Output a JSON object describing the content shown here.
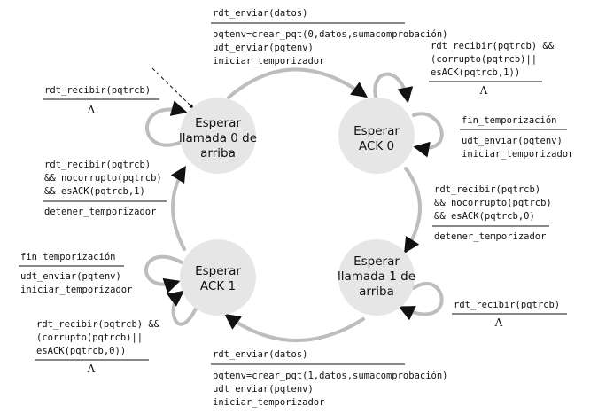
{
  "colors": {
    "state_fill": "#e6e6e6",
    "arrow": "#bdbdbd",
    "rule": "#111111"
  },
  "states": {
    "s0": [
      "Esperar",
      "llamada 0 de",
      "arriba"
    ],
    "s1": [
      "Esperar",
      "ACK 0"
    ],
    "s2": [
      "Esperar",
      "llamada 1 de",
      "arriba"
    ],
    "s3": [
      "Esperar",
      "ACK 1"
    ]
  },
  "transitions": {
    "top": {
      "event": "rdt_enviar(datos)",
      "actions": [
        "pqtenv=crear_pqt(0,datos,sumacomprobación)",
        "udt_enviar(pqtenv)",
        "iniciar_temporizador"
      ]
    },
    "s1_corrupt": {
      "event": [
        "rdt_recibir(pqtrcb) &&",
        "(corrupto(pqtrcb)||",
        "esACK(pqtrcb,1))"
      ],
      "action": "Λ"
    },
    "s1_timeout": {
      "event": "fin_temporización",
      "actions": [
        "udt_enviar(pqtenv)",
        "iniciar_temporizador"
      ]
    },
    "right": {
      "event": [
        "rdt_recibir(pqtrcb)",
        "&& nocorrupto(pqtrcb)",
        "&& esACK(pqtrcb,0)"
      ],
      "action": "detener_temporizador"
    },
    "s2_self": {
      "event": "rdt_recibir(pqtrcb)",
      "action": "Λ"
    },
    "bottom": {
      "event": "rdt_enviar(datos)",
      "actions": [
        "pqtenv=crear_pqt(1,datos,sumacomprobación)",
        "udt_enviar(pqtenv)",
        "iniciar_temporizador"
      ]
    },
    "s3_corrupt": {
      "event": [
        "rdt_recibir(pqtrcb) &&",
        "(corrupto(pqtrcb)||",
        "esACK(pqtrcb,0))"
      ],
      "action": "Λ"
    },
    "s3_timeout": {
      "event": "fin_temporización",
      "actions": [
        "udt_enviar(pqtenv)",
        "iniciar_temporizador"
      ]
    },
    "left": {
      "event": [
        "rdt_recibir(pqtrcb)",
        "&& nocorrupto(pqtrcb)",
        "&& esACK(pqtrcb,1)"
      ],
      "action": "detener_temporizador"
    },
    "s0_self": {
      "event": "rdt_recibir(pqtrcb)",
      "action": "Λ"
    }
  }
}
